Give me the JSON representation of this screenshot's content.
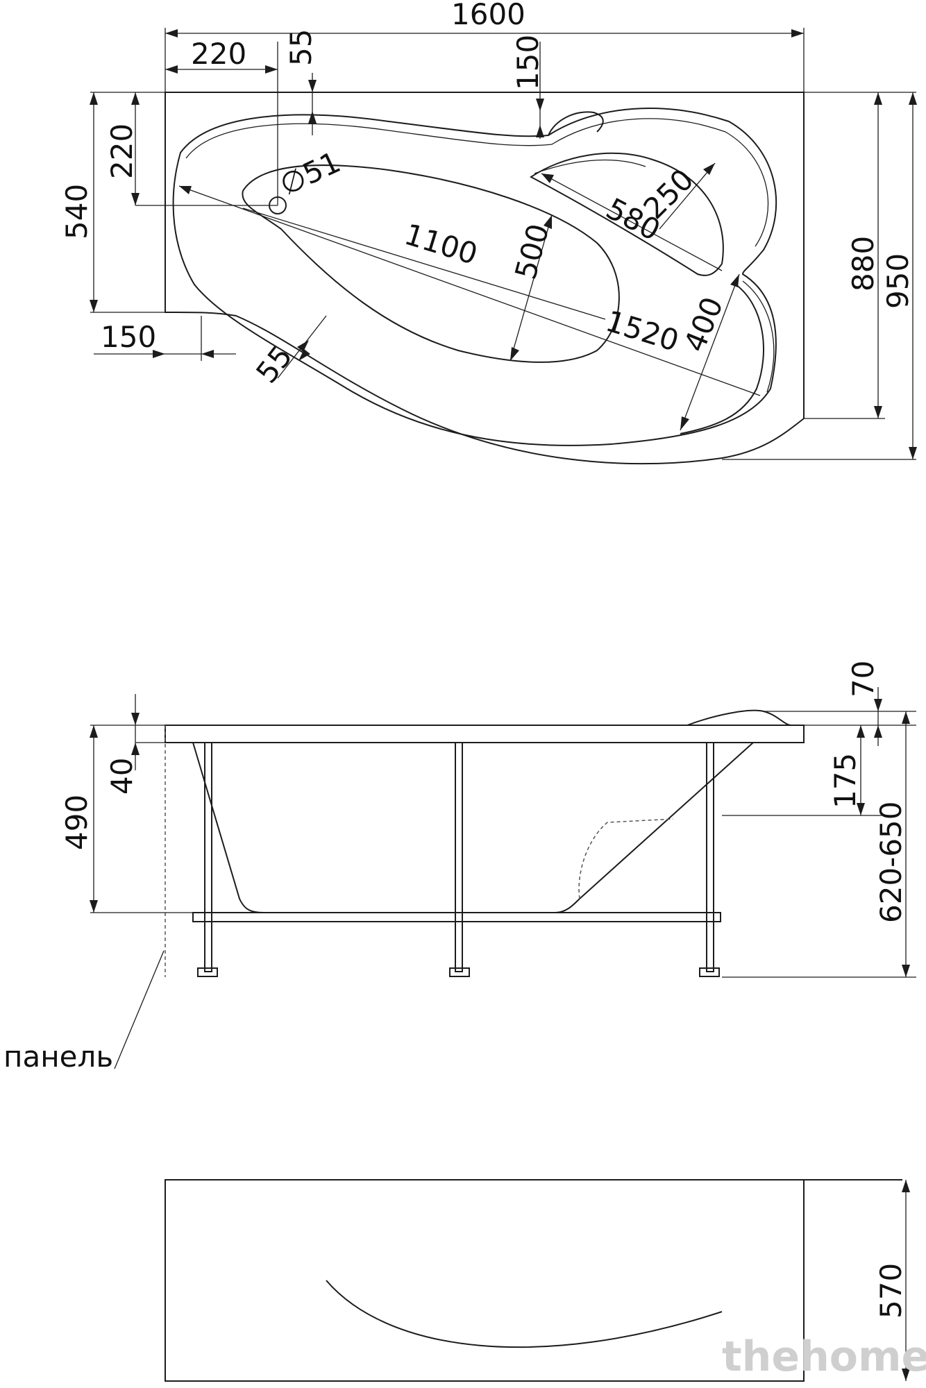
{
  "top_view": {
    "width": "1600",
    "left_offset": "220",
    "inner_rim": "55",
    "top_rim": "150",
    "left_top_height": "220",
    "left_height": "540",
    "drain": "∅51",
    "seat_width": "250",
    "seat_length": "580",
    "inner_length": "1100",
    "inner_width": "500",
    "full_length": "1520",
    "arm": "400",
    "left_bottom": "150",
    "bottom_rim": "55",
    "right_height": "880",
    "total_depth": "950"
  },
  "side_view": {
    "headrest": "70",
    "rim": "40",
    "depth": "490",
    "seat_height": "175",
    "total_height": "620-650",
    "panel_label": "панель"
  },
  "front_view": {
    "panel_height": "570"
  },
  "watermark": "thehome"
}
